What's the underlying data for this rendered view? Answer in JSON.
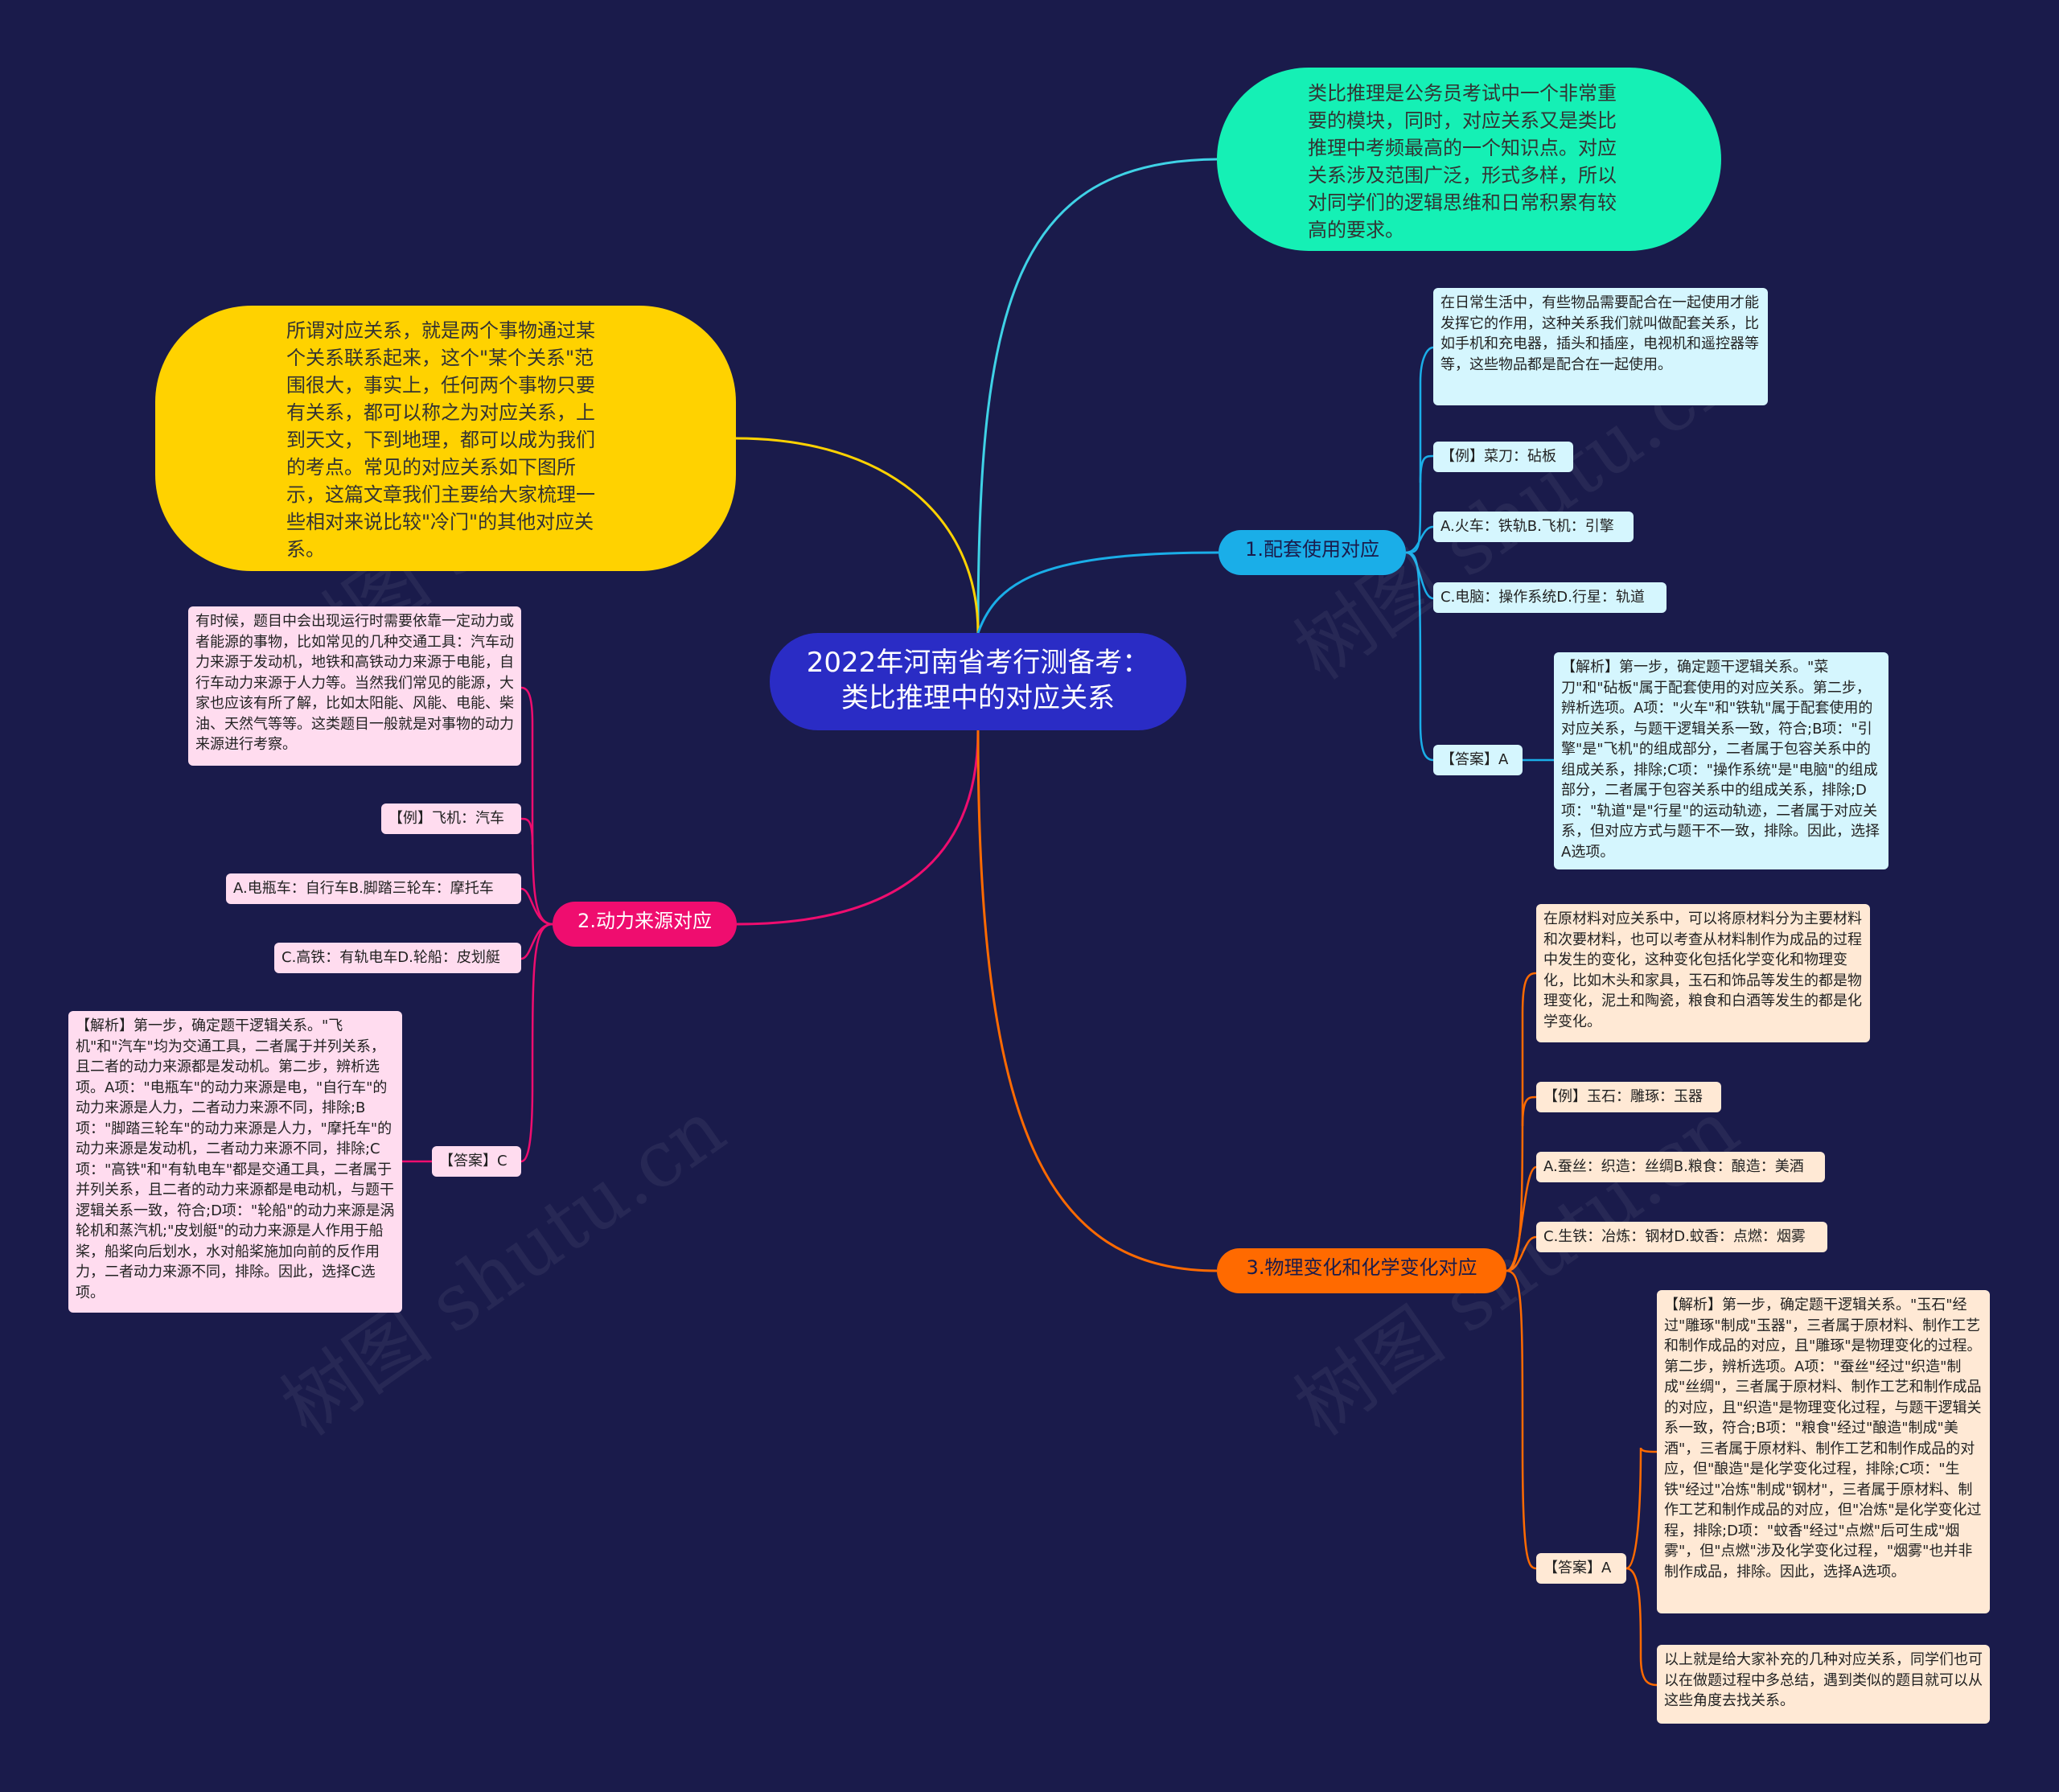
{
  "center": {
    "title": "2022年河南省考行测备考：类比推理中的对应关系"
  },
  "intro_top": {
    "text": "类比推理是公务员考试中一个非常重要的模块，同时，对应关系又是类比推理中考频最高的一个知识点。对应关系涉及范围广泛，形式多样，所以对同学们的逻辑思维和日常积累有较高的要求。"
  },
  "intro_left": {
    "text": "所谓对应关系，就是两个事物通过某个关系联系起来，这个\"某个关系\"范围很大，事实上，任何两个事物只要有关系，都可以称之为对应关系，上到天文，下到地理，都可以成为我们的考点。常见的对应关系如下图所示，这篇文章我们主要给大家梳理一些相对来说比较\"冷门\"的其他对应关系。"
  },
  "branch1": {
    "label": "1.配套使用对应",
    "description": "在日常生活中，有些物品需要配合在一起使用才能发挥它的作用，这种关系我们就叫做配套关系，比如手机和充电器，插头和插座，电视机和遥控器等等，这些物品都是配合在一起使用。",
    "example": "【例】菜刀：砧板",
    "option_ab": "A.火车：铁轨B.飞机：引擎",
    "option_cd": "C.电脑：操作系统D.行星：轨道",
    "answer": "【答案】A",
    "analysis": "【解析】第一步，确定题干逻辑关系。\"菜刀\"和\"砧板\"属于配套使用的对应关系。第二步，辨析选项。A项：\"火车\"和\"铁轨\"属于配套使用的对应关系，与题干逻辑关系一致，符合;B项：\"引擎\"是\"飞机\"的组成部分，二者属于包容关系中的组成关系，排除;C项：\"操作系统\"是\"电脑\"的组成部分，二者属于包容关系中的组成关系，排除;D项：\"轨道\"是\"行星\"的运动轨迹，二者属于对应关系，但对应方式与题干不一致，排除。因此，选择A选项。"
  },
  "branch2": {
    "label": "2.动力来源对应",
    "description": "有时候，题目中会出现运行时需要依靠一定动力或者能源的事物，比如常见的几种交通工具：汽车动力来源于发动机，地铁和高铁动力来源于电能，自行车动力来源于人力等。当然我们常见的能源，大家也应该有所了解，比如太阳能、风能、电能、柴油、天然气等等。这类题目一般就是对事物的动力来源进行考察。",
    "example": "【例】飞机：汽车",
    "option_ab": "A.电瓶车：自行车B.脚踏三轮车：摩托车",
    "option_cd": "C.高铁：有轨电车D.轮船：皮划艇",
    "answer": "【答案】C",
    "analysis": "【解析】第一步，确定题干逻辑关系。\"飞机\"和\"汽车\"均为交通工具，二者属于并列关系，且二者的动力来源都是发动机。第二步，辨析选项。A项：\"电瓶车\"的动力来源是电，\"自行车\"的动力来源是人力，二者动力来源不同，排除;B项：\"脚踏三轮车\"的动力来源是人力，\"摩托车\"的动力来源是发动机，二者动力来源不同，排除;C项：\"高铁\"和\"有轨电车\"都是交通工具，二者属于并列关系，且二者的动力来源都是电动机，与题干逻辑关系一致，符合;D项：\"轮船\"的动力来源是涡轮机和蒸汽机;\"皮划艇\"的动力来源是人作用于船桨，船桨向后划水，水对船桨施加向前的反作用力，二者动力来源不同，排除。因此，选择C选项。"
  },
  "branch3": {
    "label": "3.物理变化和化学变化对应",
    "description": "在原材料对应关系中，可以将原材料分为主要材料和次要材料，也可以考查从材料制作为成品的过程中发生的变化，这种变化包括化学变化和物理变化，比如木头和家具，玉石和饰品等发生的都是物理变化，泥土和陶瓷，粮食和白酒等发生的都是化学变化。",
    "example": "【例】玉石：雕琢：玉器",
    "option_ab": "A.蚕丝：织造：丝绸B.粮食：酿造：美酒",
    "option_cd": "C.生铁：冶炼：钢材D.蚊香：点燃：烟雾",
    "answer": "【答案】A",
    "analysis": "【解析】第一步，确定题干逻辑关系。\"玉石\"经过\"雕琢\"制成\"玉器\"，三者属于原材料、制作工艺和制作成品的对应，且\"雕琢\"是物理变化的过程。第二步，辨析选项。A项：\"蚕丝\"经过\"织造\"制成\"丝绸\"，三者属于原材料、制作工艺和制作成品的对应，且\"织造\"是物理变化过程，与题干逻辑关系一致，符合;B项：\"粮食\"经过\"酿造\"制成\"美酒\"，三者属于原材料、制作工艺和制作成品的对应，但\"酿造\"是化学变化过程，排除;C项：\"生铁\"经过\"冶炼\"制成\"钢材\"，三者属于原材料、制作工艺和制作成品的对应，但\"冶炼\"是化学变化过程，排除;D项：\"蚊香\"经过\"点燃\"后可生成\"烟雾\"，但\"点燃\"涉及化学变化过程，\"烟雾\"也并非制作成品，排除。因此，选择A选项。",
    "conclusion": "以上就是给大家补充的几种对应关系，同学们也可以在做题过程中多总结，遇到类似的题目就可以从这些角度去找关系。"
  },
  "watermarks": [
    "树图 shutu.cn",
    "树图 shutu.cn",
    "树图 shutu.cn",
    "树图 shutu.cn"
  ],
  "colors": {
    "background": "#1a1b4b",
    "center": "#2a2cc5",
    "branch1": "#1aaee8",
    "branch2": "#ef0d6f",
    "branch3": "#ff6a00",
    "intro_top": "#15f0b5",
    "intro_left": "#ffd200",
    "leaf1": "#d5f6fe",
    "leaf2": "#ffdcef",
    "leaf3": "#ffe9d5"
  }
}
